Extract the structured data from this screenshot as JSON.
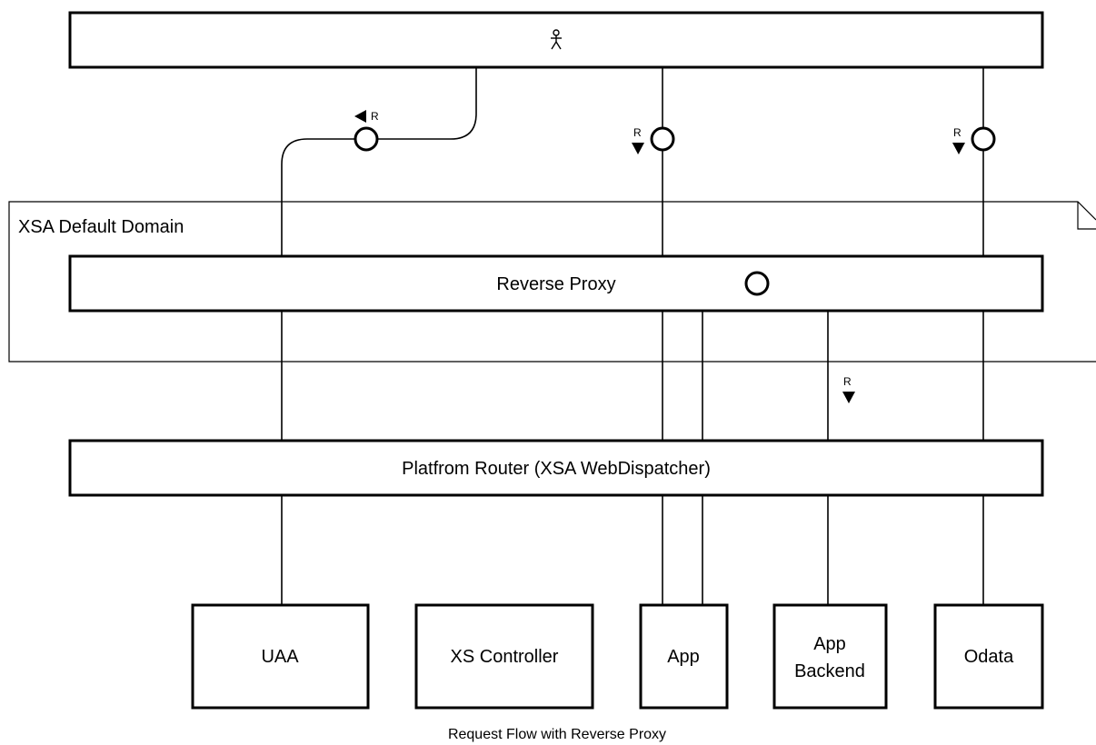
{
  "domain_label": "XSA Default Domain",
  "boxes": {
    "reverse_proxy": "Reverse Proxy",
    "platform_router": "Platfrom Router (XSA WebDispatcher)",
    "uaa": "UAA",
    "xs_controller": "XS Controller",
    "app": "App",
    "app_backend_line1": "App",
    "app_backend_line2": "Backend",
    "odata": "Odata"
  },
  "request_marker": "R",
  "caption": "Request Flow with Reverse Proxy",
  "icons": {
    "user": "actor-icon",
    "channel": "port-circle-icon",
    "direction": "triangle-arrow-icon",
    "note": "folded-corner-icon"
  }
}
